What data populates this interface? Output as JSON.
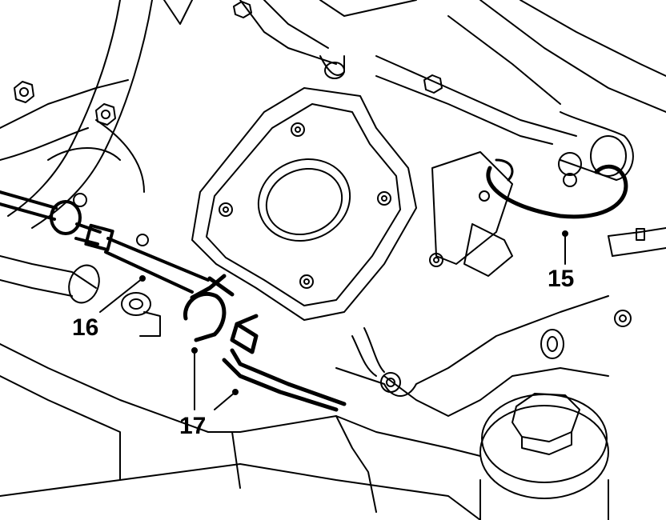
{
  "callouts": [
    {
      "id": "15",
      "label": "15",
      "part": "hose-loop"
    },
    {
      "id": "16",
      "label": "16",
      "part": "harness-connector"
    },
    {
      "id": "17",
      "label": "17",
      "part": "hose-pair"
    }
  ],
  "colors": {
    "line": "#000000",
    "background": "#ffffff"
  }
}
